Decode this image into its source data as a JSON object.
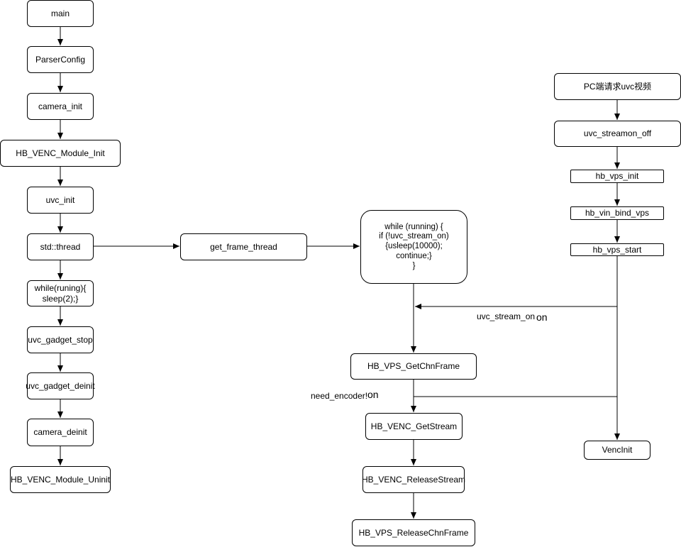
{
  "nodes": {
    "main": "main",
    "parser_config": "ParserConfig",
    "camera_init": "camera_init",
    "hb_venc_module_init": "HB_VENC_Module_Init",
    "uvc_init": "uvc_init",
    "std_thread": "std::thread",
    "while_running_sleep": "while(runing){\nsleep(2);}",
    "uvc_gadget_stop": "uvc_gadget_stop",
    "uvc_gadget_deinit": "uvc_gadget_deinit",
    "camera_deinit": "camera_deinit",
    "hb_venc_module_uninit": "HB_VENC_Module_Uninit",
    "get_frame_thread": "get_frame_thread",
    "while_loop": "while (running) {\nif (!uvc_stream_on)\n{usleep(10000);\ncontinue;}\n}",
    "hb_vps_getchnframe": "HB_VPS_GetChnFrame",
    "hb_venc_getstream": "HB_VENC_GetStream",
    "hb_venc_releasestream": "HB_VENC_ReleaseStream",
    "hb_vps_releasechnframe": "HB_VPS_ReleaseChnFrame",
    "pc_request": "PC端请求uvc视频",
    "uvc_streamon_off": "uvc_streamon_off",
    "hb_vps_init": "hb_vps_init",
    "hb_vin_bind_vps": "hb_vin_bind_vps",
    "hb_vps_start": "hb_vps_start",
    "venc_init": "VencInit"
  },
  "labels": {
    "uvc_stream_on": "uvc_stream_on",
    "uvc_stream_on_suffix": "on",
    "need_encoder": "need_encoder!",
    "need_encoder_suffix": "on"
  }
}
